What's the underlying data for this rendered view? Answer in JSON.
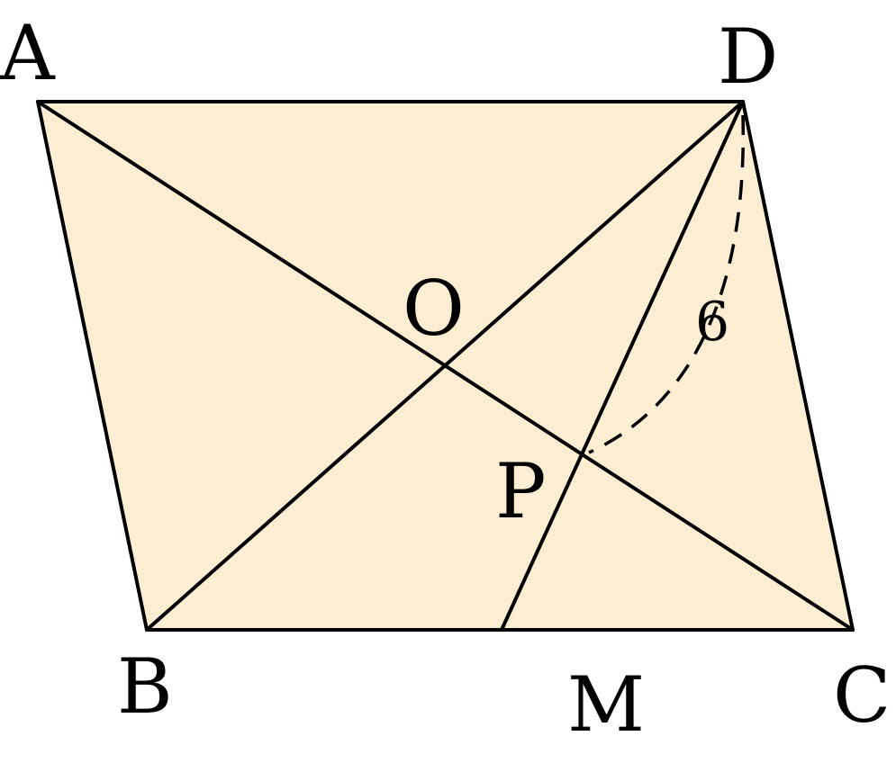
{
  "colors": {
    "fill": "#fdedd3",
    "stroke": "#000000"
  },
  "points": {
    "A": "A",
    "B": "B",
    "C": "C",
    "D": "D",
    "O": "O",
    "P": "P",
    "M": "M"
  },
  "measures": {
    "DP": "6"
  }
}
